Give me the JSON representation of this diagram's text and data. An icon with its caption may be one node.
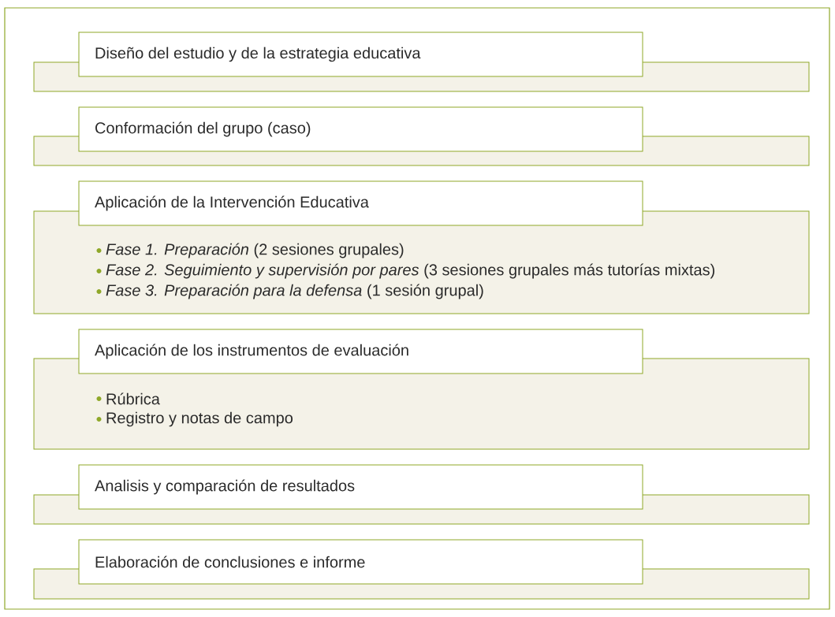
{
  "diagram": {
    "nodes": [
      {
        "text": [
          "Diseño del estudio y de la estrategia educativa"
        ]
      },
      {
        "text": [
          "Conformación del grupo (caso)"
        ]
      },
      {
        "text": [
          "Aplicación de la Intervención Educativa",
          "*Fase 1. Preparación* (2 sesiones grupales)",
          "*Fase 2. Seguimiento y supervisión por pares* (3 sesiones grupales más tutorías mixtas)",
          "*Fase 3. Preparación para la defensa* (1 sesión grupal)"
        ]
      },
      {
        "text": [
          "Aplicación de los instrumentos de evaluación",
          "Rúbrica",
          "Registro y notas de campo"
        ]
      },
      {
        "text": [
          "Analisis y comparación de resultados"
        ]
      },
      {
        "text": [
          "Elaboración de conclusiones e informe"
        ]
      }
    ]
  }
}
